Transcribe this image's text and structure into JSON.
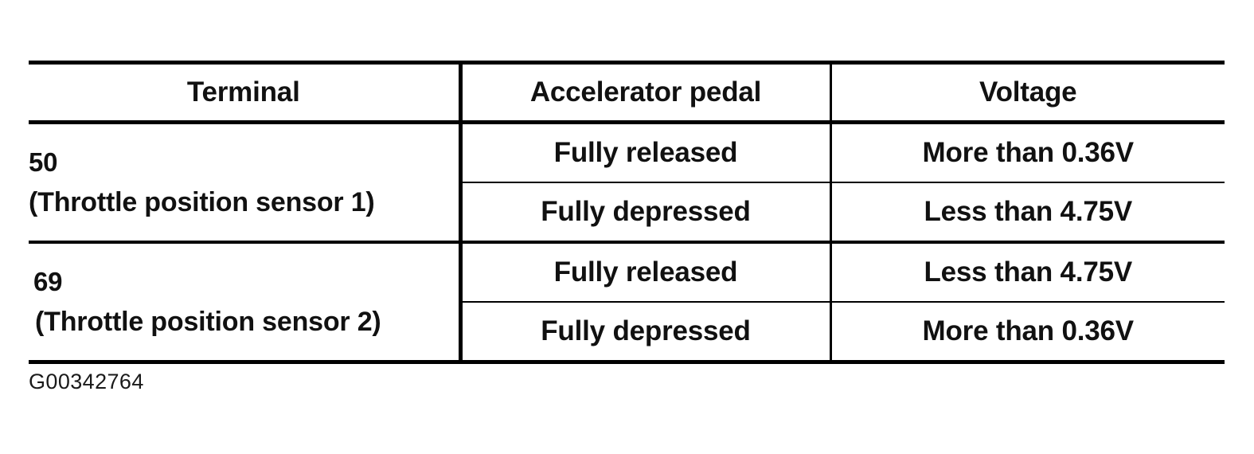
{
  "table": {
    "headers": [
      "Terminal",
      "Accelerator pedal",
      "Voltage"
    ],
    "groups": [
      {
        "terminal_number": "50",
        "terminal_description": "(Throttle position sensor 1)",
        "rows": [
          {
            "pedal": "Fully released",
            "voltage": "More than 0.36V"
          },
          {
            "pedal": "Fully depressed",
            "voltage": "Less than 4.75V"
          }
        ]
      },
      {
        "terminal_number": "69",
        "terminal_description": "(Throttle position sensor 2)",
        "rows": [
          {
            "pedal": "Fully released",
            "voltage": "Less than 4.75V"
          },
          {
            "pedal": "Fully depressed",
            "voltage": "More than 0.36V"
          }
        ]
      }
    ]
  },
  "caption": "G00342764",
  "colors": {
    "background": "#ffffff",
    "text": "#000000",
    "rule": "#000000"
  }
}
